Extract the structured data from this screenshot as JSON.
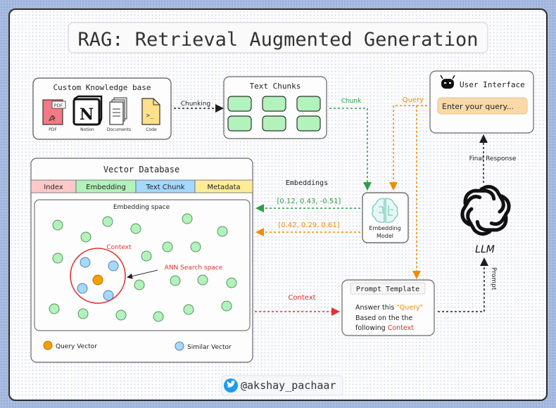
{
  "title": "RAG: Retrieval Augmented Generation",
  "knowledge_base": {
    "title": "Custom Knowledge base",
    "sources": [
      {
        "label": "PDF",
        "icon": "pdf-icon",
        "badge": "PDF"
      },
      {
        "label": "Notion",
        "icon": "notion-icon",
        "glyph": "N"
      },
      {
        "label": "Documents",
        "icon": "documents-icon"
      },
      {
        "label": "Code",
        "icon": "code-file-icon",
        "glyph": ">_"
      }
    ]
  },
  "arrows": {
    "chunking": "Chunking",
    "chunk": "Chunk",
    "query": "Query",
    "embeddings": "Embeddings",
    "context": "Context",
    "final_response": "Final Response",
    "prompt": "Prompt"
  },
  "text_chunks": {
    "title": "Text Chunks",
    "count": 6
  },
  "user_interface": {
    "title": "User Interface",
    "input_placeholder": "Enter your query..."
  },
  "embedding_vectors": {
    "chunk_vector": "[0.12, 0.43, -0.51]",
    "query_vector": "[0.42, 0.29, 0.61]"
  },
  "embedding_model": {
    "line1": "Embedding",
    "line2": "Model"
  },
  "vector_database": {
    "title": "Vector Database",
    "columns": [
      {
        "label": "Index",
        "color": "#ffc9c9"
      },
      {
        "label": "Embedding",
        "color": "#b2f2bb"
      },
      {
        "label": "Text Chunk",
        "color": "#a5d8ff"
      },
      {
        "label": "Metadata",
        "color": "#ffec99"
      }
    ],
    "space_title": "Embedding space",
    "context_label": "Context",
    "ann_label": "ANN Search space",
    "legend": [
      {
        "label": "Query Vector",
        "color": "#f59f00"
      },
      {
        "label": "Similar Vector",
        "color": "#a5d8ff"
      }
    ]
  },
  "prompt_template": {
    "title": "Prompt Template",
    "line1_prefix": "Answer this ",
    "line1_query": "\"Query\"",
    "line2": "Based on the the",
    "line3_prefix": "following ",
    "line3_context": "Context"
  },
  "llm": {
    "label": "LLM"
  },
  "footer": {
    "handle": "@akshay_pachaar"
  },
  "colors": {
    "green": "#2f9e44",
    "orange": "#f08c00",
    "red": "#e03131",
    "dark": "#1e1e1e"
  }
}
